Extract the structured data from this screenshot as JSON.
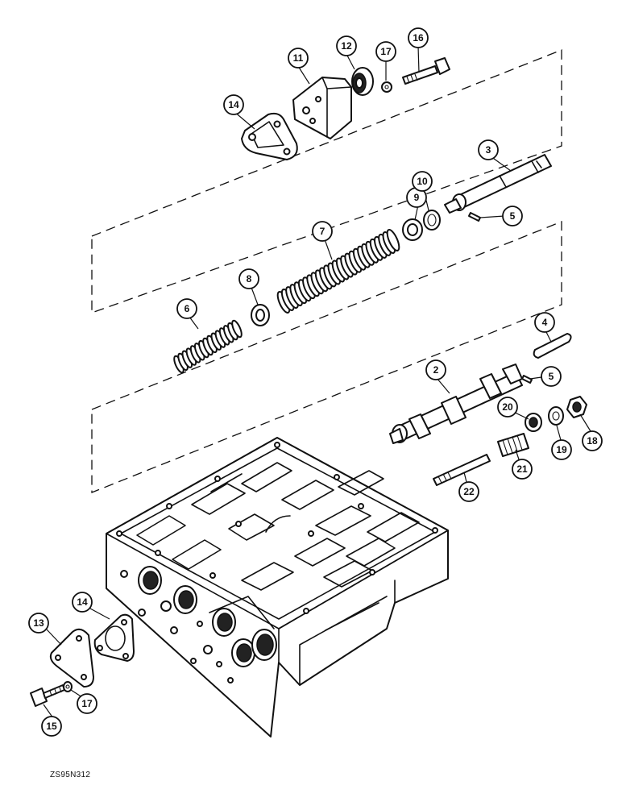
{
  "diagram": {
    "reference_code": "ZS95N312",
    "callouts": [
      "2",
      "3",
      "4",
      "5",
      "5",
      "6",
      "7",
      "8",
      "9",
      "10",
      "11",
      "12",
      "13",
      "14",
      "14",
      "15",
      "16",
      "17",
      "17",
      "18",
      "19",
      "20",
      "21",
      "22"
    ]
  },
  "colors": {
    "ink": "#111111",
    "paper": "#ffffff"
  }
}
